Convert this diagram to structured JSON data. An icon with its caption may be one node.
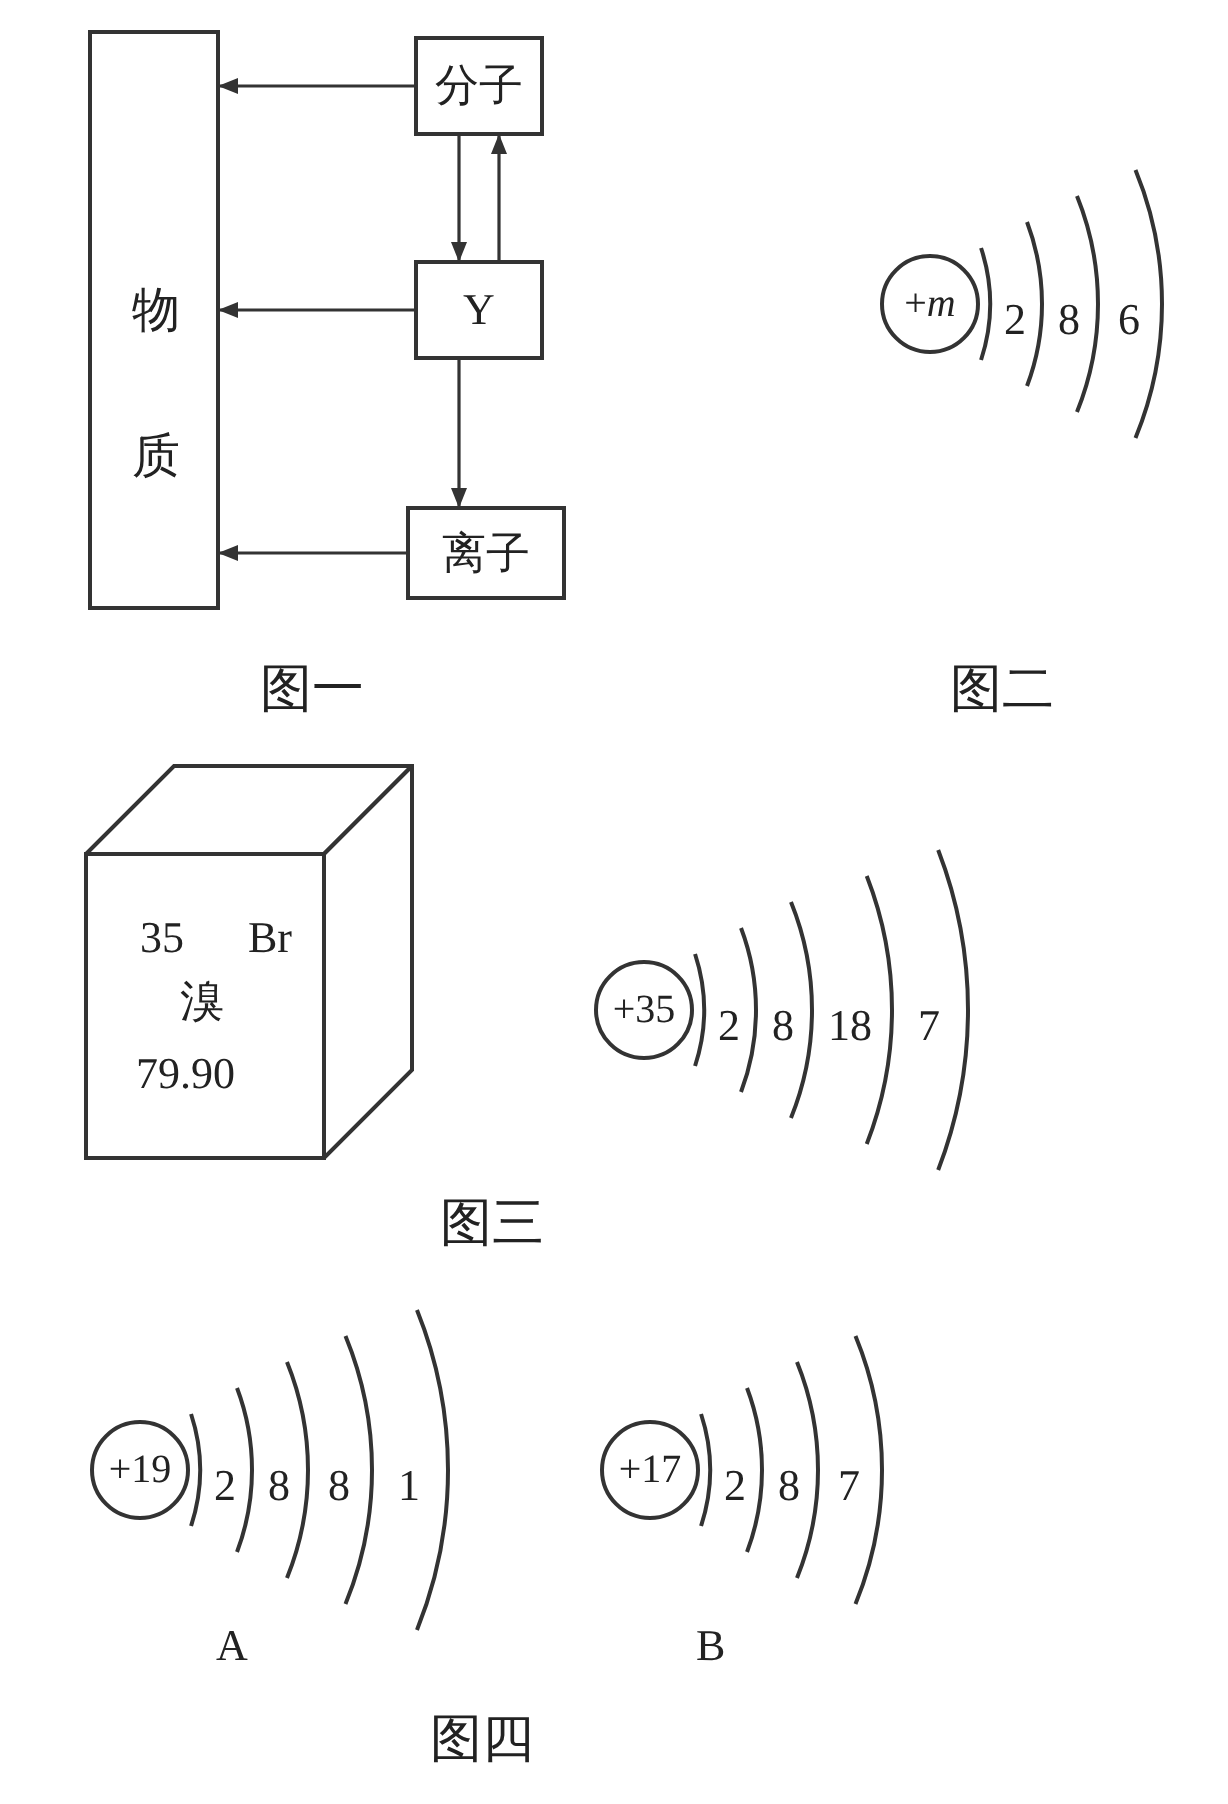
{
  "diagram": {
    "nodes": [
      {
        "text": [
          "物质"
        ]
      },
      {
        "text": [
          "分子"
        ]
      },
      {
        "text": [
          "Y"
        ]
      },
      {
        "text": [
          "离子"
        ]
      },
      {
        "text": [
          "35",
          "Br",
          "溴",
          "79.90"
        ]
      },
      {
        "text": [
          "+*m*"
        ],
        "beside": [
          "2",
          "8",
          "6"
        ]
      },
      {
        "text": [
          "+35"
        ],
        "beside": [
          "2",
          "8",
          "18",
          "7"
        ]
      },
      {
        "text": [
          "+19"
        ],
        "beside": [
          "2",
          "8",
          "8",
          "1"
        ]
      },
      {
        "text": [
          "+17"
        ],
        "beside": [
          "2",
          "8",
          "7"
        ]
      }
    ],
    "edges": [
      {
        "from": 1,
        "to": 0,
        "arrow": "to"
      },
      {
        "from": 2,
        "to": 0,
        "arrow": "to"
      },
      {
        "from": 3,
        "to": 0,
        "arrow": "to"
      },
      {
        "from": 1,
        "to": 2,
        "arrow": "to"
      },
      {
        "from": 2,
        "to": 1,
        "arrow": "to"
      },
      {
        "from": 2,
        "to": 3,
        "arrow": "to"
      }
    ],
    "labels": [
      "图一",
      "图二",
      "图三",
      "A",
      "B",
      "图四"
    ]
  }
}
